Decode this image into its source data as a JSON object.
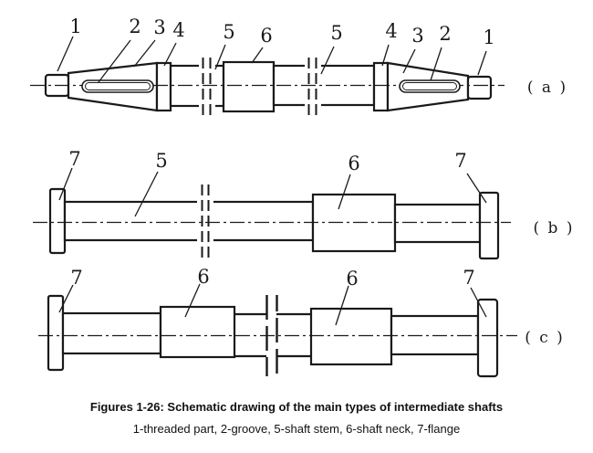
{
  "colors": {
    "ink": "#1a1a1a",
    "paper": "#ffffff"
  },
  "caption": {
    "title": "Figures 1-26: Schematic drawing of the main types of intermediate shafts",
    "legend": "1-threaded part, 2-groove, 5-shaft stem, 6-shaft neck, 7-flange"
  },
  "diagrams": {
    "a": {
      "panel_label": "( a )",
      "callouts": {
        "one_left": "1",
        "two_left": "2",
        "three_left": "3",
        "four_left": "4",
        "five_left": "5",
        "six": "6",
        "five_right": "5",
        "four_right": "4",
        "three_right": "3",
        "two_right": "2",
        "one_right": "1"
      }
    },
    "b": {
      "panel_label": "( b )",
      "callouts": {
        "seven_left": "7",
        "five": "5",
        "six": "6",
        "seven_right": "7"
      }
    },
    "c": {
      "panel_label": "( c )",
      "callouts": {
        "seven_left": "7",
        "six_left": "6",
        "six_right": "6",
        "seven_right": "7"
      }
    }
  }
}
